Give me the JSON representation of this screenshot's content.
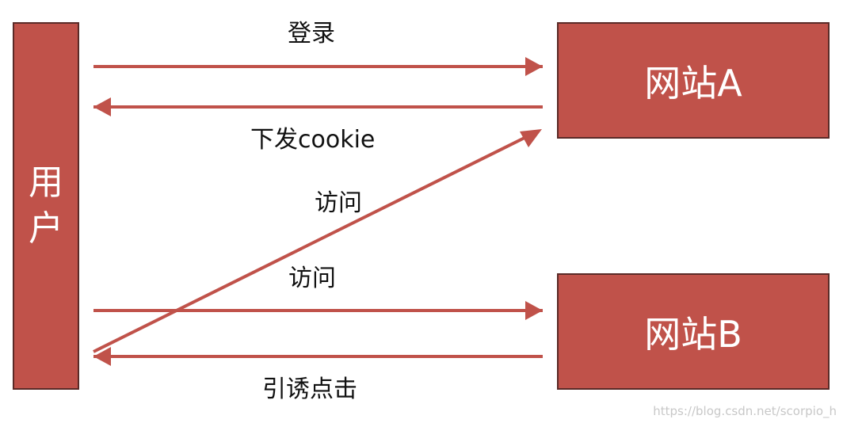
{
  "user_box": {
    "chars": [
      "用",
      "户"
    ]
  },
  "site_a": {
    "label": "网站A"
  },
  "site_b": {
    "label": "网站B"
  },
  "labels": {
    "login": "登录",
    "send_cookie": "下发cookie",
    "visit_a": "访问",
    "visit_b": "访问",
    "lure_click": "引诱点击"
  },
  "watermark": "https://blog.csdn.net/scorpio_h",
  "colors": {
    "box_fill": "#c0524a",
    "box_border": "#5a2a27",
    "arrow": "#c0524a",
    "text_on_box": "#ffffff",
    "text": "#111111"
  }
}
